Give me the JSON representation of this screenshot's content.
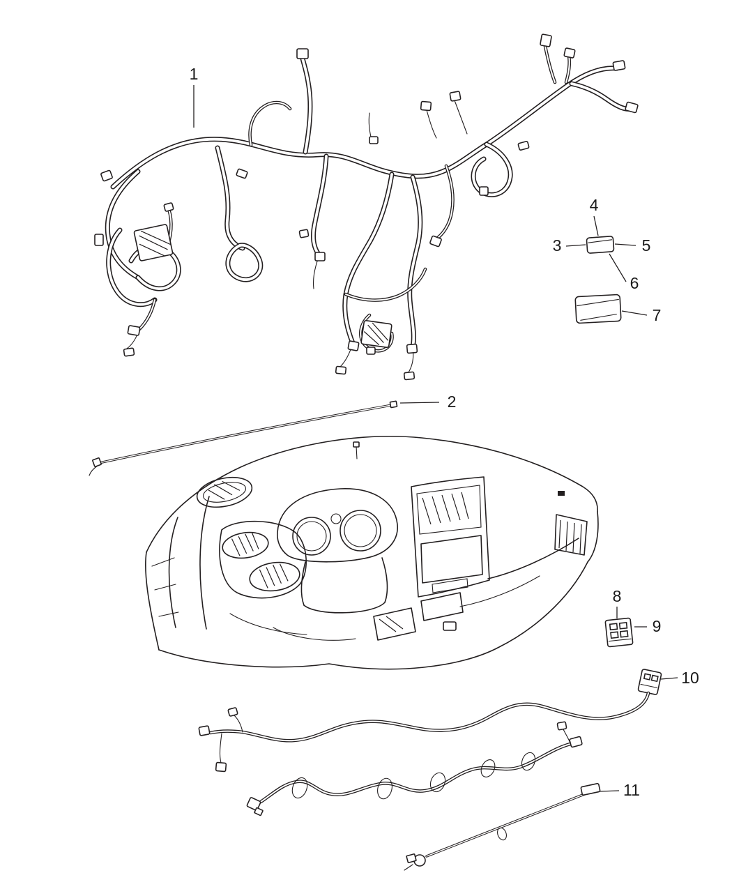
{
  "figure": {
    "type": "parts-diagram",
    "background_color": "#ffffff",
    "line_color": "#231f20",
    "callouts": [
      {
        "label": "1"
      },
      {
        "label": "2"
      },
      {
        "label": "3"
      },
      {
        "label": "4"
      },
      {
        "label": "5"
      },
      {
        "label": "6"
      },
      {
        "label": "7"
      },
      {
        "label": "8"
      },
      {
        "label": "9"
      },
      {
        "label": "10"
      },
      {
        "label": "11"
      }
    ]
  }
}
